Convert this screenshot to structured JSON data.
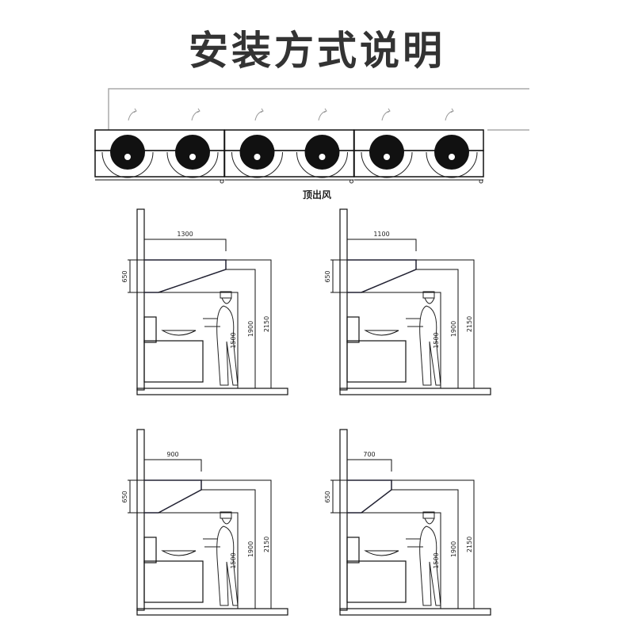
{
  "title": "安装方式说明",
  "top_view": {
    "caption": "顶出风",
    "hood_sections": 3,
    "fans_per_section": 2
  },
  "panels": [
    {
      "depth": "1300",
      "hood_height": "650",
      "heights": [
        "1500",
        "1900",
        "2150"
      ]
    },
    {
      "depth": "1100",
      "hood_height": "650",
      "heights": [
        "1500",
        "1900",
        "2150"
      ]
    },
    {
      "depth": "900",
      "hood_height": "650",
      "heights": [
        "1500",
        "1900",
        "2150"
      ]
    },
    {
      "depth": "700",
      "hood_height": "650",
      "heights": [
        "1500",
        "1900",
        "2150"
      ]
    }
  ]
}
